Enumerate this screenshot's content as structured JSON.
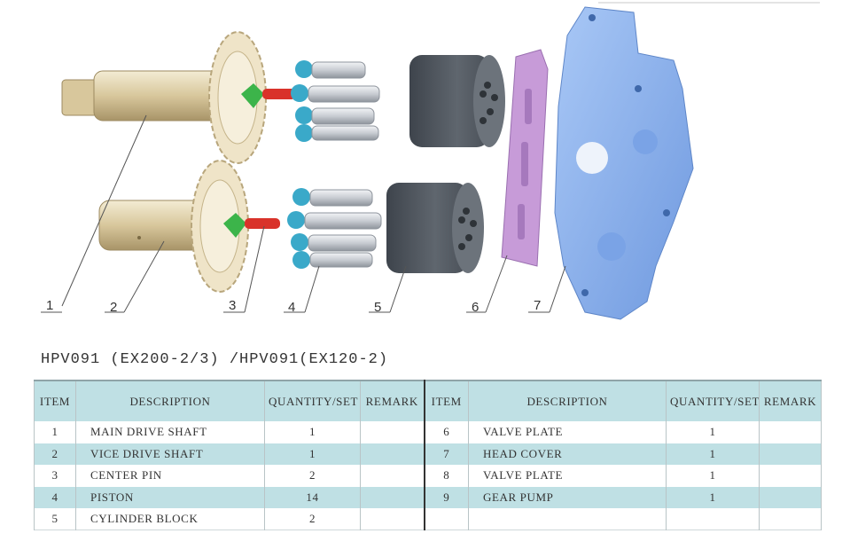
{
  "diagram": {
    "callouts": [
      "1",
      "2",
      "3",
      "4",
      "5",
      "6",
      "7"
    ]
  },
  "title": "HPV091 (EX200-2/3) /HPV091(EX120-2)",
  "table": {
    "headers": {
      "item": "ITEM",
      "description": "DESCRIPTION",
      "quantity": "QUANTITY/SET",
      "remark": "REMARK"
    },
    "left_rows": [
      {
        "item": "1",
        "description": "MAIN DRIVE SHAFT",
        "quantity": "1",
        "remark": ""
      },
      {
        "item": "2",
        "description": "VICE DRIVE SHAFT",
        "quantity": "1",
        "remark": ""
      },
      {
        "item": "3",
        "description": "CENTER PIN",
        "quantity": "2",
        "remark": ""
      },
      {
        "item": "4",
        "description": "PISTON",
        "quantity": "14",
        "remark": ""
      },
      {
        "item": "5",
        "description": "CYLINDER BLOCK",
        "quantity": "2",
        "remark": ""
      }
    ],
    "right_rows": [
      {
        "item": "6",
        "description": "VALVE PLATE",
        "quantity": "1",
        "remark": ""
      },
      {
        "item": "7",
        "description": "HEAD COVER",
        "quantity": "1",
        "remark": ""
      },
      {
        "item": "8",
        "description": "VALVE PLATE",
        "quantity": "1",
        "remark": ""
      },
      {
        "item": "9",
        "description": "GEAR PUMP",
        "quantity": "1",
        "remark": ""
      },
      {
        "item": "",
        "description": "",
        "quantity": "",
        "remark": ""
      }
    ]
  },
  "colors": {
    "header_band": "#bfe0e4",
    "shaft": "#e6d8b2",
    "gear": "#ece0c4",
    "piston": "#d8dce0",
    "piston_cap": "#3aa9c9",
    "center_pin": "#d9322a",
    "cylinder_block": "#5a6068",
    "valve_plate": "#c79bd8",
    "head_cover": "#8fb6f0"
  }
}
